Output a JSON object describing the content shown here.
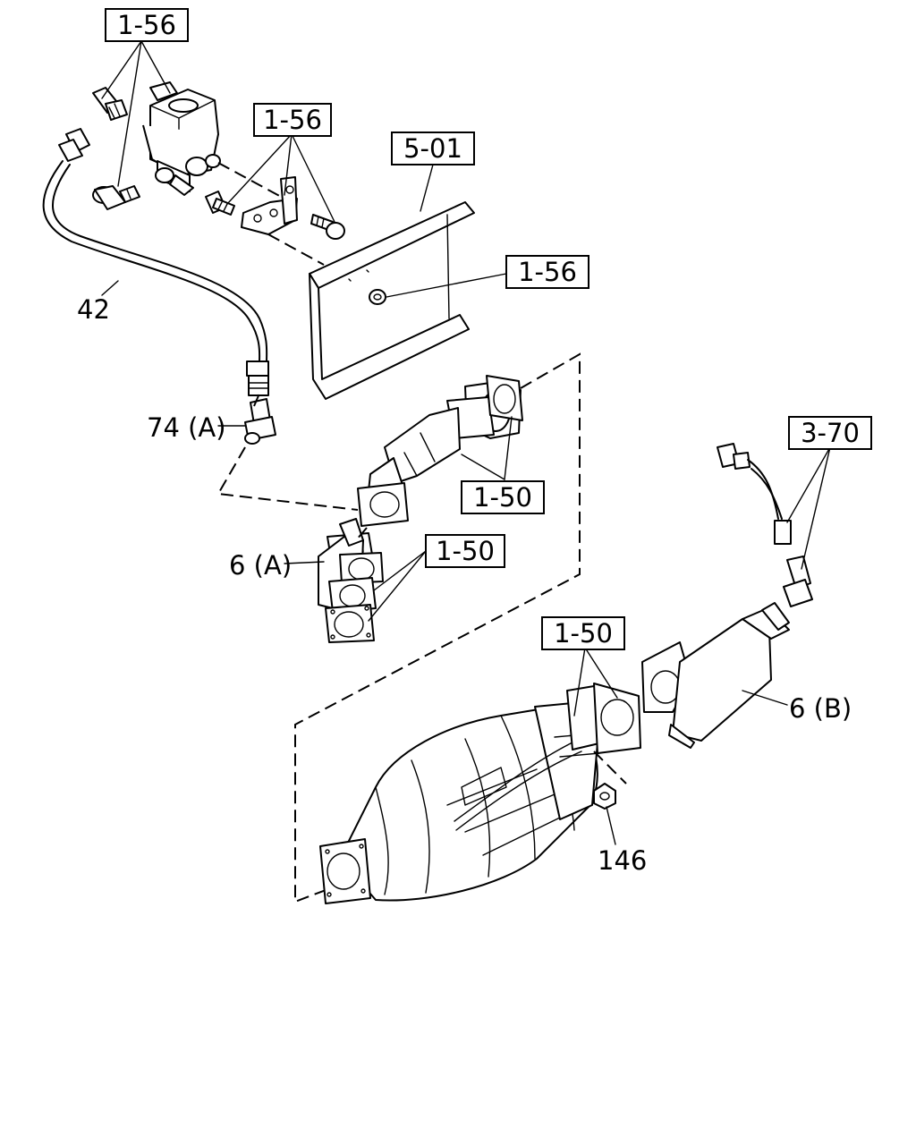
{
  "callouts": {
    "ref_1_56_top": "1-56",
    "ref_1_56_bracket": "1-56",
    "ref_5_01": "5-01",
    "ref_1_56_nut": "1-56",
    "ref_1_50_pipe": "1-50",
    "ref_1_50_gaskets": "1-50",
    "ref_1_50_dpf": "1-50",
    "ref_3_70": "3-70"
  },
  "parts": {
    "hose_42": "42",
    "fitting_74a": "74 (A)",
    "elbow_6a": "6 (A)",
    "elbow_6b": "6 (B)",
    "nut_146": "146"
  }
}
